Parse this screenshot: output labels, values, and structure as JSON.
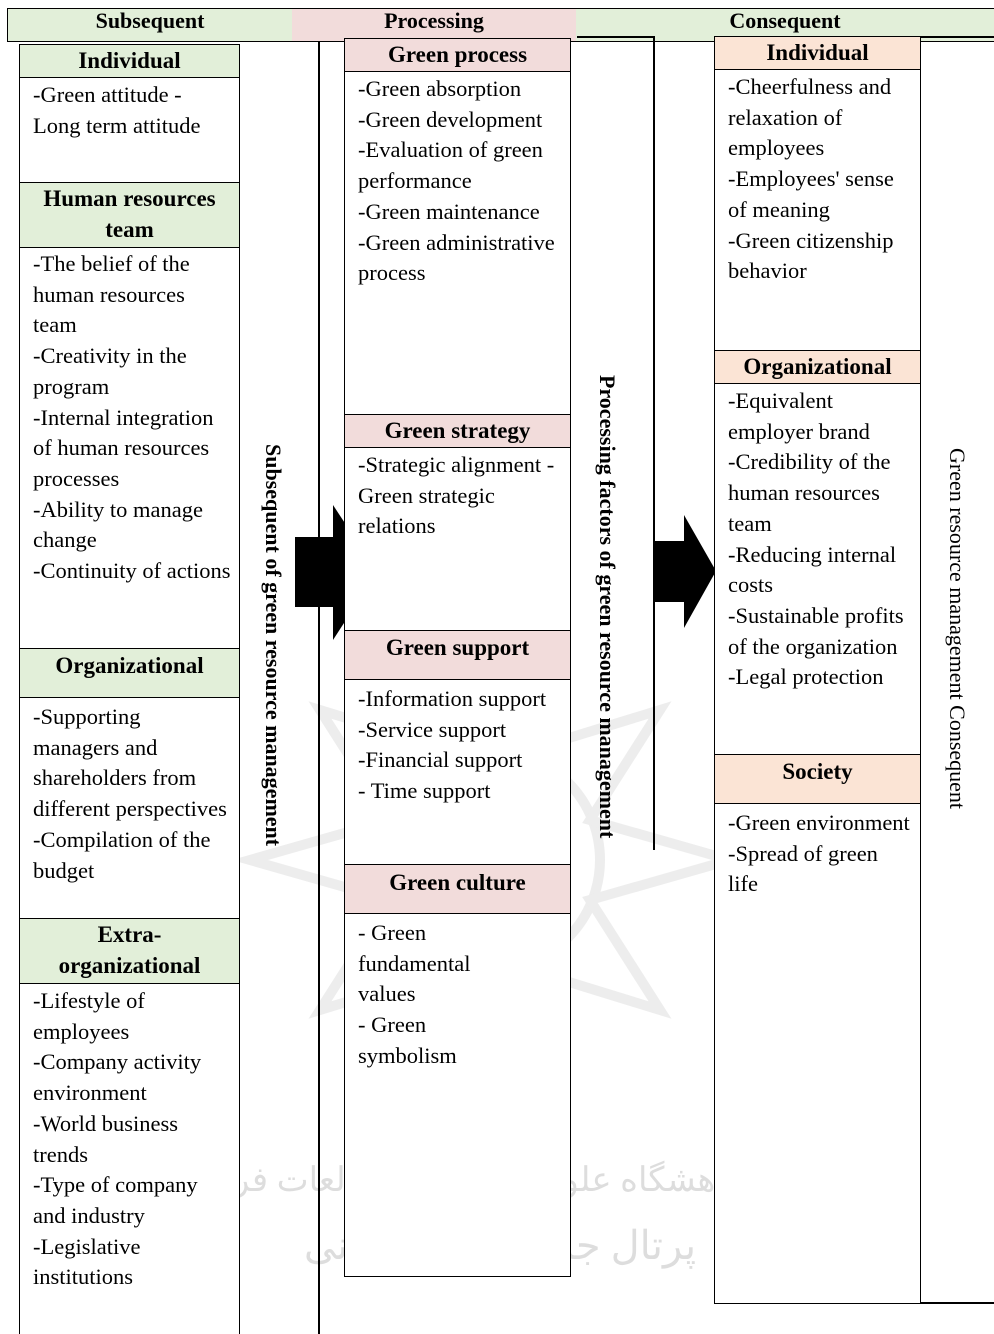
{
  "header": {
    "subsequent": "Subsequent",
    "processing": "Processing",
    "consequent": "Consequent"
  },
  "subsequent_column": {
    "individual": {
      "title": "Individual",
      "items": "-Green attitude -Long term attitude"
    },
    "hr_team": {
      "title": "Human resources team",
      "items": [
        "-The belief of the human resources team",
        "-Creativity in the program",
        "-Internal integration of human resources processes",
        "-Ability to manage change",
        "-Continuity of actions"
      ]
    },
    "organizational": {
      "title": "Organizational",
      "items": [
        "-Supporting managers and shareholders from different perspectives",
        "-Compilation of the budget"
      ]
    },
    "extra_organizational": {
      "title": "Extra-organizational",
      "items": [
        "-Lifestyle of employees",
        "-Company activity environment",
        "-World business trends",
        "-Type of company and industry",
        "-Legislative institutions"
      ]
    },
    "side_label": "Subsequent of green resource management"
  },
  "processing_column": {
    "green_process": {
      "title": "Green process",
      "items": [
        "-Green absorption",
        "-Green development",
        "-Evaluation of green performance",
        "-Green maintenance",
        "-Green administrative process"
      ]
    },
    "green_strategy": {
      "title": "Green strategy",
      "items": "-Strategic alignment -Green strategic relations"
    },
    "green_support": {
      "title": "Green support",
      "items": [
        "-Information support",
        "-Service support",
        "-Financial support",
        "- Time support"
      ]
    },
    "green_culture": {
      "title": "Green culture",
      "items": [
        "- Green fundamental values",
        "- Green symbolism"
      ]
    },
    "side_label": "Processing factors of green resource management"
  },
  "consequent_column": {
    "individual": {
      "title": "Individual",
      "items": [
        "-Cheerfulness and relaxation of employees",
        "-Employees' sense of meaning",
        "-Green citizenship behavior"
      ]
    },
    "organizational": {
      "title": "Organizational",
      "items": [
        "-Equivalent employer brand",
        "-Credibility of the human resources team",
        "-Reducing internal costs",
        "-Sustainable profits of the organization",
        "-Legal protection"
      ]
    },
    "society": {
      "title": "Society",
      "items": [
        "-Green environment",
        "-Spread of green life"
      ]
    },
    "side_label": "Green resource management Consequent"
  },
  "watermark_text": [
    "پژوهشگاه علوم انسانی و مطالعات فرهنگی",
    "پرتال جامع علوم انسانی"
  ],
  "colors": {
    "green": "#e2efd9",
    "pink": "#f2dcdb",
    "peach": "#fbe4d5"
  }
}
